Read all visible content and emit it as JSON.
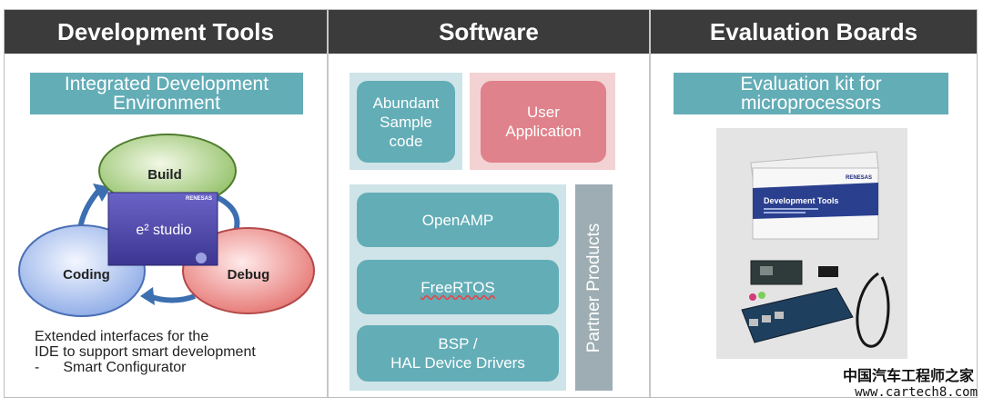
{
  "columns": {
    "dev_tools": "Development Tools",
    "software": "Software",
    "eval_boards": "Evaluation Boards"
  },
  "ide": {
    "title_line1": "Integrated Development",
    "title_line2": "Environment",
    "cycle": {
      "build": "Build",
      "coding": "Coding",
      "debug": "Debug"
    },
    "logo_brand": "RENESAS",
    "logo_text": "e² studio",
    "desc_line1": "Extended interfaces for the",
    "desc_line2": "IDE to support smart development",
    "bullet_marker": "-",
    "bullet_text": "Smart Configurator"
  },
  "software": {
    "sample_line1": "Abundant",
    "sample_line2": "Sample",
    "sample_line3": "code",
    "user_line1": "User",
    "user_line2": "Application",
    "openamp": "OpenAMP",
    "freertos": "FreeRTOS",
    "bsp_line1": "BSP /",
    "bsp_line2": "HAL Device Drivers",
    "partner": "Partner Products"
  },
  "eval": {
    "title_line1": "Evaluation kit for",
    "title_line2": "microprocessors",
    "box_brand": "RENESAS",
    "box_title": "Development Tools"
  },
  "watermark": {
    "cn": "中国汽车工程师之家",
    "url": "www.cartech8.com"
  },
  "colors": {
    "header": "#3b3b3b",
    "teal": "#63adb7",
    "light_teal": "#cfe4e8",
    "pink": "#f3d2d4",
    "red_pill": "#e0828b",
    "partner_bar": "#9dadb3"
  }
}
